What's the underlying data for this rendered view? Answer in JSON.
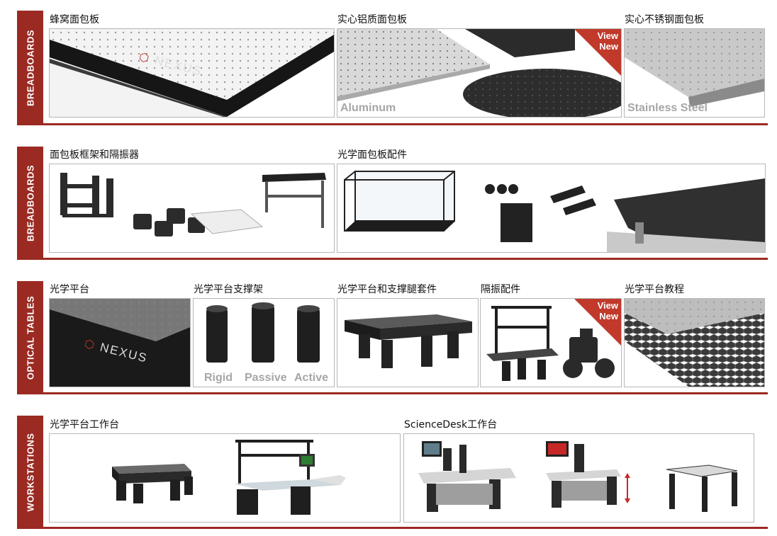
{
  "sections": [
    {
      "band": "BREADBOARDS"
    },
    {
      "band": "BREADBOARDS"
    },
    {
      "band": "OPTICAL TABLES"
    },
    {
      "band": "WORKSTATIONS"
    }
  ],
  "tiles": {
    "honeycomb": {
      "label": "蜂窝面包板",
      "brand": "NEXUS"
    },
    "aluminum": {
      "label": "实心铝质面包板",
      "caption": "Aluminum",
      "ribbon": [
        "View",
        "New"
      ]
    },
    "stainless": {
      "label": "实心不锈钢面包板",
      "caption": "Stainless Steel"
    },
    "frames": {
      "label": "面包板框架和隔振器"
    },
    "accessories": {
      "label": "光学面包板配件"
    },
    "optical_table": {
      "label": "光学平台",
      "brand": "NEXUS"
    },
    "supports": {
      "label": "光学平台支撑架",
      "captions": [
        "Rigid",
        "Passive",
        "Active"
      ]
    },
    "table_kits": {
      "label": "光学平台和支撑腿套件"
    },
    "isolation_acc": {
      "label": "隔振配件",
      "ribbon": [
        "View",
        "New"
      ]
    },
    "tutorial": {
      "label": "光学平台教程"
    },
    "workstation": {
      "label": "光学平台工作台"
    },
    "sciencedesk": {
      "label": "ScienceDesk工作台"
    }
  },
  "colors": {
    "band": "#9b2a22",
    "ribbon": "#c0392b",
    "border": "#b7b7b7"
  }
}
